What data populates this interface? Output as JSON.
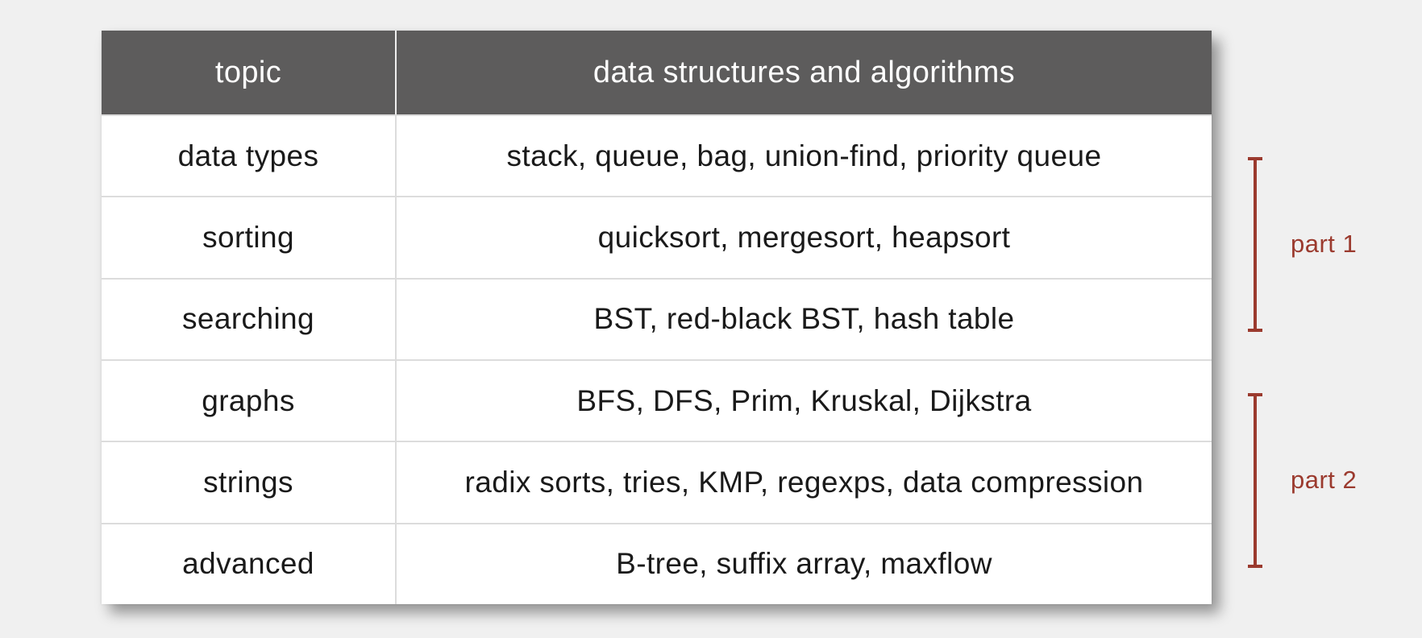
{
  "table": {
    "header": {
      "col_topic": "topic",
      "col_content": "data structures and algorithms"
    },
    "rows": [
      {
        "topic": "data types",
        "content": "stack, queue, bag, union-find, priority queue"
      },
      {
        "topic": "sorting",
        "content": "quicksort, mergesort, heapsort"
      },
      {
        "topic": "searching",
        "content": "BST, red-black BST, hash table"
      },
      {
        "topic": "graphs",
        "content": "BFS, DFS, Prim, Kruskal, Dijkstra"
      },
      {
        "topic": "strings",
        "content": "radix sorts, tries, KMP, regexps, data compression"
      },
      {
        "topic": "advanced",
        "content": "B-tree, suffix array, maxflow"
      }
    ]
  },
  "annotations": {
    "brackets": [
      {
        "label": "part 1"
      },
      {
        "label": "part 2"
      }
    ]
  },
  "colors": {
    "background": "#f0f0f0",
    "header_bg": "#5d5c5c",
    "header_text": "#ffffff",
    "body_text": "#1a1a1a",
    "divider": "#dcdcdc",
    "accent_maroon": "#9b3a2e"
  }
}
